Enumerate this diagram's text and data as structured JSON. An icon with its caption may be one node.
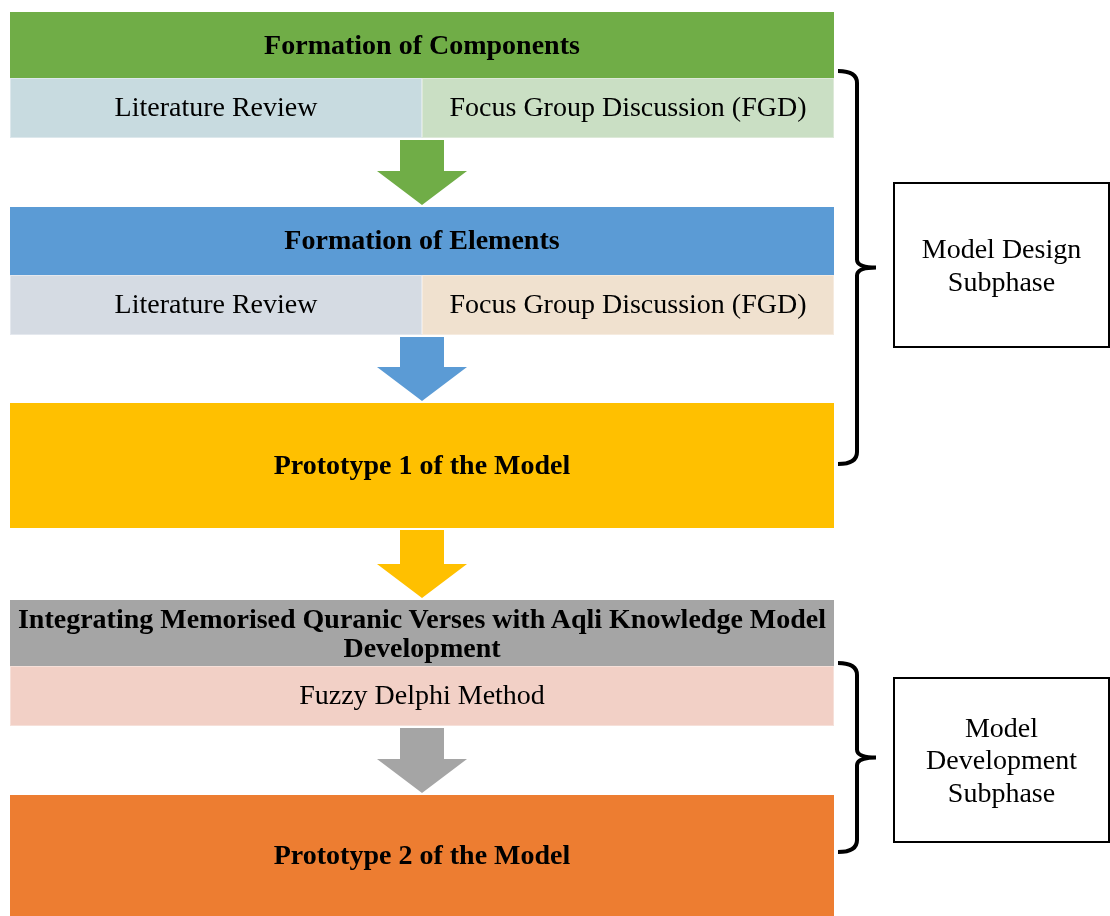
{
  "diagram": {
    "nodes": [
      {
        "text": [
          "Formation of Components"
        ]
      },
      {
        "text": [
          "Literature Review"
        ],
        "in": 0
      },
      {
        "text": [
          "Focus Group Discussion (FGD)"
        ],
        "in": 0
      },
      {
        "text": [
          "Formation of Elements"
        ]
      },
      {
        "text": [
          "Literature Review"
        ],
        "in": 3
      },
      {
        "text": [
          "Focus Group Discussion (FGD)"
        ],
        "in": 3
      },
      {
        "text": [
          "Prototype 1 of the Model"
        ]
      },
      {
        "text": [
          "Integrating Memorised Quranic Verses with Aqli Knowledge Model Development"
        ]
      },
      {
        "text": [
          "Fuzzy Delphi Method"
        ],
        "in": 7
      },
      {
        "text": [
          "Prototype 2 of the Model"
        ]
      },
      {
        "text": [
          "Model Design Subphase"
        ]
      },
      {
        "text": [
          "Model Development Subphase"
        ]
      }
    ],
    "edges": [
      {
        "from": 0,
        "to": 3,
        "arrow": "to",
        "style": "thick",
        "color": "#70ad47"
      },
      {
        "from": 3,
        "to": 6,
        "arrow": "to",
        "style": "thick",
        "color": "#5b9bd5"
      },
      {
        "from": 6,
        "to": 7,
        "arrow": "to",
        "style": "thick",
        "color": "#ffc000"
      },
      {
        "from": 7,
        "to": 9,
        "arrow": "to",
        "style": "thick",
        "color": "#a5a5a5"
      }
    ]
  }
}
